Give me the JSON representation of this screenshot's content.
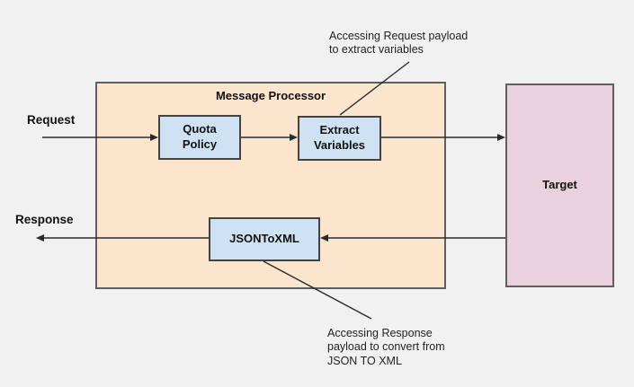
{
  "diagram": {
    "container_title": "Message Processor",
    "nodes": {
      "quota_policy": "Quota\nPolicy",
      "extract_variables": "Extract\nVariables",
      "json_to_xml": "JSONToXML",
      "target": "Target"
    },
    "flow_labels": {
      "request": "Request",
      "response": "Response"
    },
    "annotations": {
      "top": "Accessing Request payload\nto extract variables",
      "bottom": "Accessing Response\npayload to convert from\nJSON TO XML"
    },
    "colors": {
      "background": "#f1f1f2",
      "processor_fill": "#fce5cd",
      "policy_fill": "#cfe2f3",
      "target_fill": "#e9d2de",
      "border": "#5f5f5f",
      "line": "#2b2b2b"
    }
  }
}
